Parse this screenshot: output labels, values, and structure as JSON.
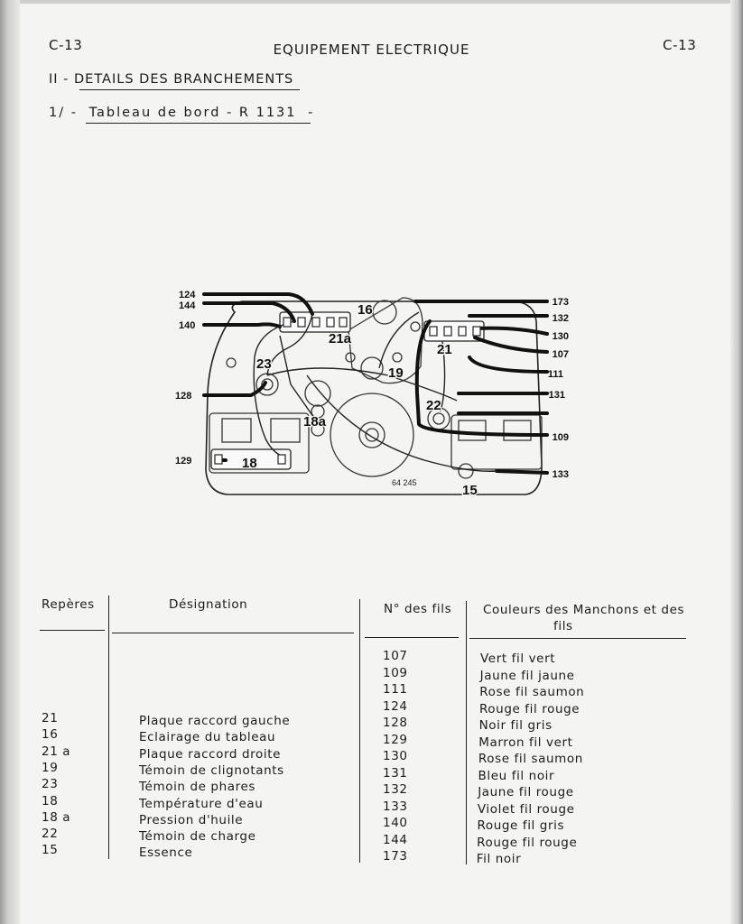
{
  "page": {
    "code_left": "C-13",
    "code_right": "C-13",
    "title": "EQUIPEMENT ELECTRIQUE",
    "section": "II - DETAILS DES BRANCHEMENTS",
    "subsection_prefix": "1/ -",
    "subsection": "Tableau de bord - R 1131",
    "subsection_suffix": "-"
  },
  "diagram": {
    "left_wires": [
      "124",
      "144",
      "140",
      "128",
      "129"
    ],
    "right_wires": [
      "173",
      "132",
      "130",
      "107",
      "111",
      "131",
      "109",
      "133"
    ],
    "component_labels": [
      "16",
      "21a",
      "23",
      "19",
      "21",
      "22",
      "18a",
      "18",
      "15"
    ],
    "ref_number": "64 245"
  },
  "table": {
    "headers": {
      "reperes": "Repères",
      "designation": "Désignation",
      "fils": "N° des fils",
      "couleurs_line1": "Couleurs des Manchons et des",
      "couleurs_line2": "fils"
    },
    "components": [
      {
        "repere": "21",
        "designation": "Plaque raccord gauche"
      },
      {
        "repere": "16",
        "designation": "Eclairage du tableau"
      },
      {
        "repere": "21 a",
        "designation": "Plaque raccord droite"
      },
      {
        "repere": "19",
        "designation": "Témoin de clignotants"
      },
      {
        "repere": "23",
        "designation": "Témoin de phares"
      },
      {
        "repere": "18",
        "designation": "Température d'eau"
      },
      {
        "repere": "18 a",
        "designation": "Pression d'huile"
      },
      {
        "repere": "22",
        "designation": "Témoin de charge"
      },
      {
        "repere": "15",
        "designation": "Essence"
      }
    ],
    "wires": [
      {
        "num": "107",
        "couleur": "Vert fil vert"
      },
      {
        "num": "109",
        "couleur": "Jaune fil jaune"
      },
      {
        "num": "111",
        "couleur": "Rose fil saumon"
      },
      {
        "num": "124",
        "couleur": "Rouge fil rouge"
      },
      {
        "num": "128",
        "couleur": "Noir fil gris"
      },
      {
        "num": "129",
        "couleur": "Marron fil vert"
      },
      {
        "num": "130",
        "couleur": "Rose fil saumon"
      },
      {
        "num": "131",
        "couleur": "Bleu fil noir"
      },
      {
        "num": "132",
        "couleur": "Jaune fil rouge"
      },
      {
        "num": "133",
        "couleur": "Violet fil rouge"
      },
      {
        "num": "140",
        "couleur": "Rouge fil gris"
      },
      {
        "num": "144",
        "couleur": "Rouge fil rouge"
      },
      {
        "num": "173",
        "couleur": "Fil noir"
      }
    ]
  }
}
